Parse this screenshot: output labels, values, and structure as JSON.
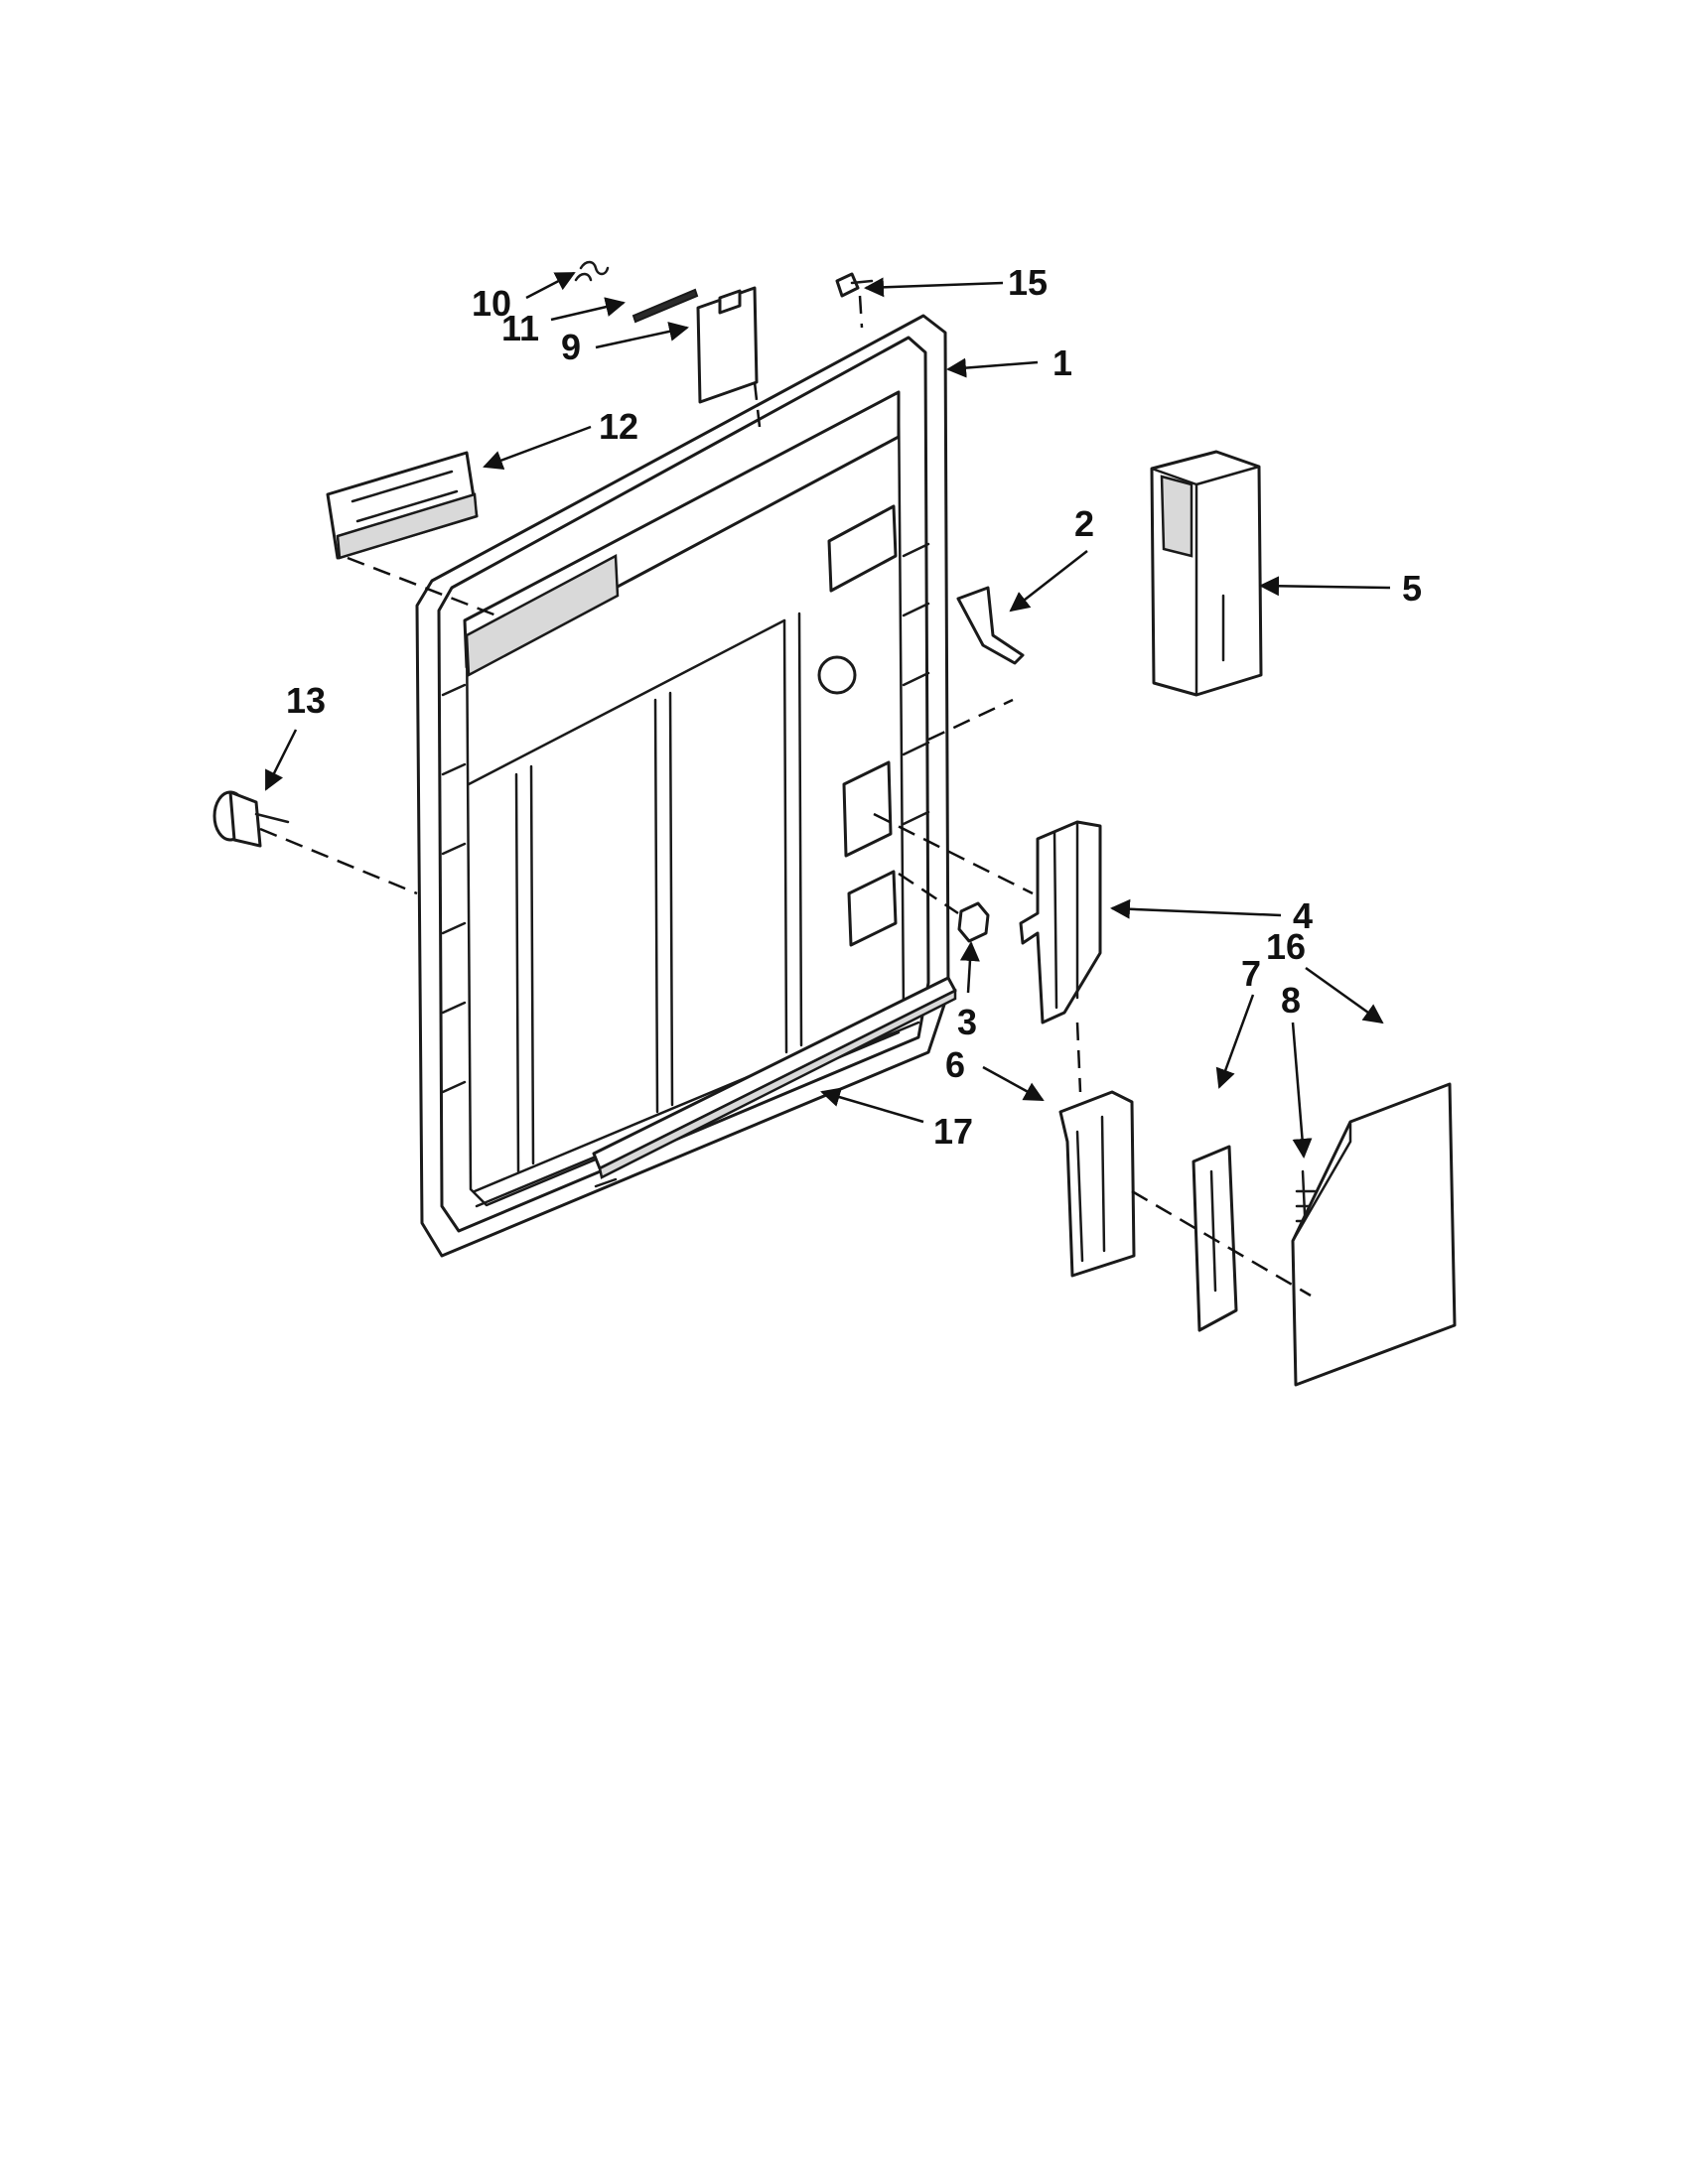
{
  "callouts": [
    {
      "id": "1",
      "label": "1"
    },
    {
      "id": "2",
      "label": "2"
    },
    {
      "id": "3",
      "label": "3"
    },
    {
      "id": "4",
      "label": "4"
    },
    {
      "id": "5",
      "label": "5"
    },
    {
      "id": "6",
      "label": "6"
    },
    {
      "id": "7",
      "label": "7"
    },
    {
      "id": "8",
      "label": "8"
    },
    {
      "id": "9",
      "label": "9"
    },
    {
      "id": "10",
      "label": "10"
    },
    {
      "id": "11",
      "label": "11"
    },
    {
      "id": "12",
      "label": "12"
    },
    {
      "id": "13",
      "label": "13"
    },
    {
      "id": "15",
      "label": "15"
    },
    {
      "id": "16",
      "label": "16"
    },
    {
      "id": "17",
      "label": "17"
    }
  ],
  "colors": {
    "ink": "#1a1a1a",
    "paper": "#ffffff",
    "shade": "#d9d9d9"
  }
}
